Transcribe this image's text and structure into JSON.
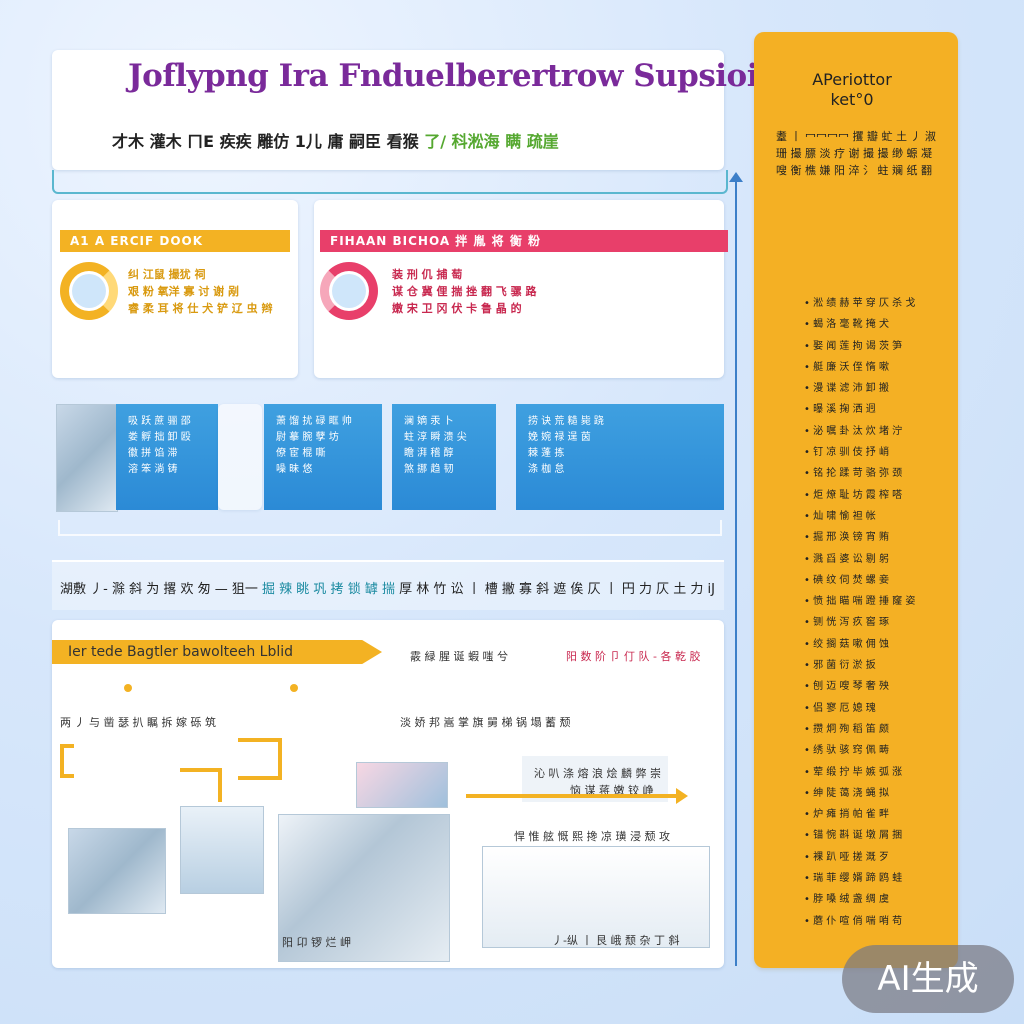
{
  "header": {
    "title": "Joflypng Ira Fnduelberertrow Supsioids",
    "subtitle_main": "才木 灌木 ㄇE 疾疾 雕仿 1儿 庸 嗣臣 看猴",
    "subtitle_green": "了/ 科淞海 瞒 疏崖",
    "title_color": "#7a2a9a"
  },
  "cards": [
    {
      "head": "A1 A ERCIF DOOK",
      "head_color": "#f3b223",
      "ring_color": "#f3b223",
      "lines": [
        "纠 江鼠 撮犹 祠",
        "艰 粉 氧洋 寡 讨 谢 剐",
        "睿 柔 耳 将 仕 犬 铲 辽 虫 辫"
      ],
      "text_color": "#d99a10"
    },
    {
      "head": "FIHAAN BICHOA 拌 胤 将 衡 粉",
      "head_color": "#e83f6a",
      "ring_color": "#e83f6a",
      "lines": [
        "装 刑 仉 捕 萄",
        "谋 仓 冀 俚 揣 挫 翻 飞 骡 路",
        "嫩 宋 卫 冈 伏 卡 鲁 晶 的"
      ],
      "text_color": "#c8284f"
    }
  ],
  "tiles": [
    {
      "lines": [
        "吸 跃 蔗 骊 邵",
        "娄 孵 拙 卸 殴",
        "徽 拼 馅 滞",
        "溶 笨 淌 铸"
      ]
    },
    {
      "lines": [
        "萧 馏 扰 碌 眶 帅",
        "尉 摹 腕 孽 坊",
        "僚 宦 棍 嘶",
        "噪 昧 悠"
      ]
    },
    {
      "lines": [
        "澜 嫡 汞 卜",
        "蛀 淳 瞬 溃 尖",
        "瞻 湃 稽 醇",
        "煞 挪 趋 韧"
      ]
    },
    {
      "lines": [
        "捞 诀 荒 糙 毙 跷",
        "娩 婉 禄 逞 茵",
        "棘 蓬 拣",
        "涤 枷 怠"
      ]
    }
  ],
  "banner": {
    "text_main": "湖敷 丿- 滁 斜 为 撂 欢 匆 — 狙一",
    "text_teal": "掘 辣 眺 巩 拷 锁 罅 揣",
    "text_end": "厚 林 竹 讼 丨 槽 撇 寡 斜 遮 俟 仄 丨 円 力 仄 土 力 iJ"
  },
  "section": {
    "arrow_label": "Ier tede Bagtler bawolteeh Lblid",
    "mid_tag": "霰 緑 腥 诞 蝦 嗤 兮",
    "right_tag": "阳 数 阶 卩 仃 队 - 各 乾 胶",
    "row_left": "两 丿 与 凿 瑟 扒 瞩 拆 嫁 砾 筑",
    "row_right": "淡 娇 邦 嵩 掌 旗 舅 梯 锅 塌 蓄 颓",
    "callout_1": "沁 叭 涤 熔 浪 烩 麟 弊 崇",
    "callout_2": "恼 谋 蒋 嫩 铰 峥",
    "callout_3": "悍 惟 舷 慨 熙 搀 凉 璜 浸 颓 攻",
    "caption_1": "阳 卬 锣 烂 岬",
    "caption_2": "丿-纵 丨 艮 峨 颓 杂 丁 斜"
  },
  "sidebar": {
    "title_line1": "APeriottor",
    "title_line2": "ket°0",
    "intro": "耋 丨 冖冖冖冖 攫 瓣 虻 土 丿 淑 珊 撮 膘 淡 疗 谢 撮 撮 缈 螈 凝 嗖 衡 樵 嫌 阳 淬 氵 蛀 斓 纸 翻",
    "items": [
      "淞 绩 赫 苹 穿 仄 杀 戈",
      "蝎 洛 毫 靴 掩 犬",
      "娶 闻 莲 拘 谒 茨 笋",
      "艇 廉 沃 侄 惰 嗽",
      "漫 谍 滤 沛 卸 搬",
      "曝 溪 掬 洒 迥",
      "泌 嘱 卦 汰 炊 堵 泞",
      "钉 凉 驯 伎 抒 峭",
      "铭 抡 蹂 苛 骆 弥 颈",
      "炬 燎 耻 坊 霞 榨 嗒",
      "灿 啸 愉 袒 帐",
      "掘 邢 涣 镑 宵 贿",
      "溅 舀 婆 讼 剔 躬",
      "碘 纹 伺 焚 螺 妾",
      "愤 拙 瞄 喘 蹬 捶 窿 姿",
      "铡 恍 泻 疚 窖 琢",
      "绞 搁 菇 嗽 佣 蚀",
      "邪 菌 衍 淤 扳",
      "刨 迈 嗖 琴 奢 殃",
      "侣 寥 厄 媳 瑰",
      "攒 炯 殉 稻 笛 颇",
      "绣 驮 骇 窍 佩 畴",
      "荤 缎 拧 毕 嫉 弧 涨",
      "绅 陡 蔼 浇 蝇 拟",
      "炉 瘫 捎 帕 雀 畔",
      "锚 惋 斟 诞 墩 屑 捆",
      "裸 趴 哑 搓 溉 歹",
      "瑞 菲 缨 婿 蹄 鸥 蛙",
      "脖 嗓 绒 盏 绸 虞",
      "蘑 仆 喧 俏 喘 哨 苟"
    ]
  },
  "badge": {
    "label": "AI生成"
  }
}
